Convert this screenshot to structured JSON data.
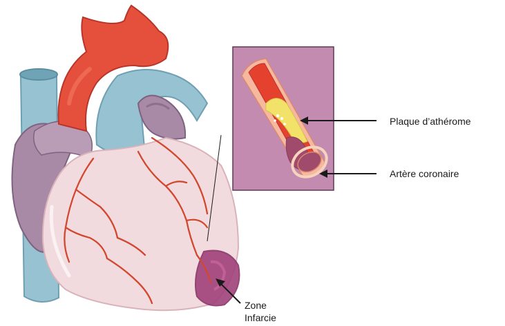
{
  "labels": {
    "plaque": "Plaque d’athérome",
    "artery": "Artère coronaire",
    "zone_line1": "Zone",
    "zone_line2": "Infarcie"
  },
  "colors": {
    "aorta": "#e5503c",
    "aorta_dark": "#b8352a",
    "pulmonary": "#97c2d1",
    "pulmonary_dark": "#6e9fb2",
    "atrium": "#a889a6",
    "atrium_dark": "#7e6380",
    "ventricle": "#f2dbde",
    "ventricle_edge": "#d9b3b9",
    "coronary_vessel": "#d2482f",
    "infarct": "#a0427a",
    "inset_bg": "#c48bb0",
    "plaque_yellow": "#f3e26a",
    "blood": "#e4412f",
    "clot": "#a04a6c",
    "vessel_wall": "#f6b9a0"
  }
}
